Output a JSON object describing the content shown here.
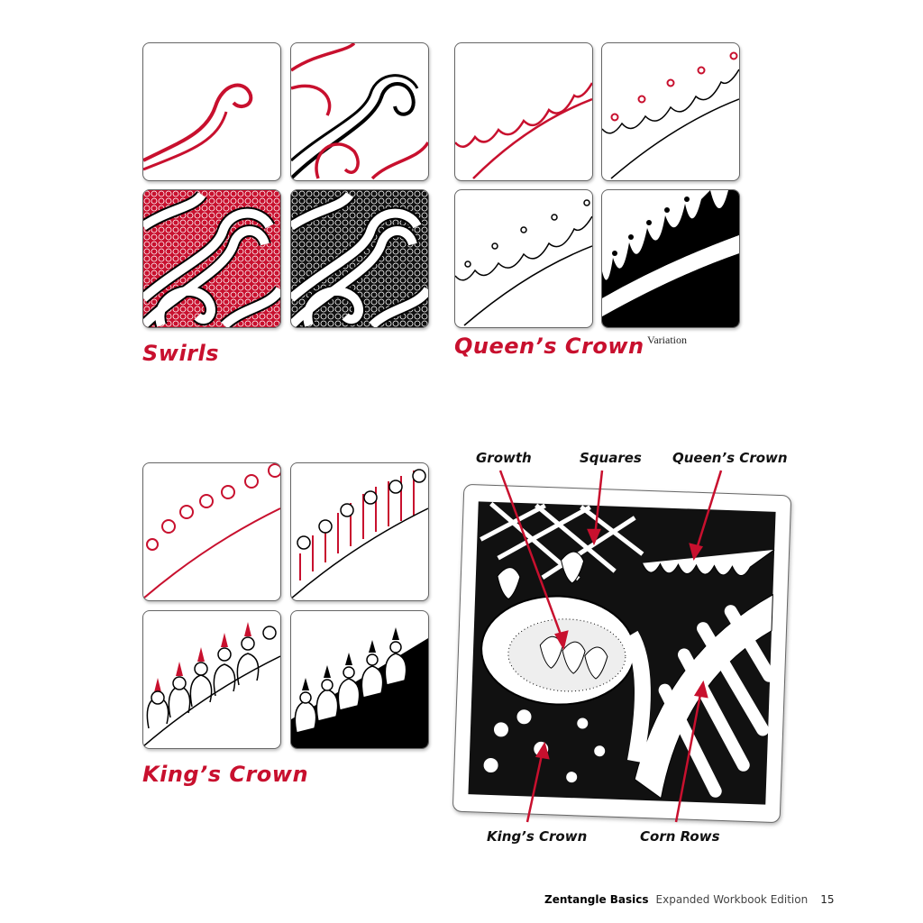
{
  "sections": {
    "swirls": {
      "title": "Swirls"
    },
    "queens_crown": {
      "title": "Queen’s Crown",
      "variation_label": "Variation"
    },
    "kings_crown": {
      "title": "King’s Crown"
    }
  },
  "example_tile": {
    "callouts": [
      "Growth",
      "Squares",
      "Queen’s Crown",
      "King’s Crown",
      "Corn Rows"
    ]
  },
  "footer": {
    "book": "Zentangle Basics",
    "edition": "Expanded Workbook Edition",
    "page": "15"
  },
  "colors": {
    "accent": "#c8102e",
    "ink": "#000000"
  }
}
